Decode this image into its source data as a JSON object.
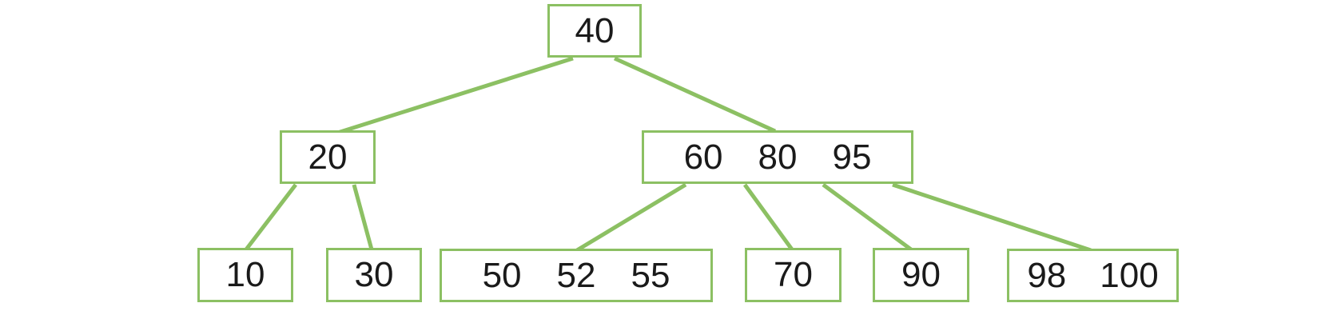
{
  "diagram": {
    "type": "b-tree",
    "background": "#ffffff",
    "colors": {
      "node_border": "#8cc063",
      "edge": "#8cc063",
      "key_text": "#1a1a1a"
    },
    "nodes": [
      {
        "id": "node-40",
        "level": 0,
        "keys": [
          "40"
        ]
      },
      {
        "id": "node-20",
        "level": 1,
        "keys": [
          "20"
        ]
      },
      {
        "id": "node-60-80-95",
        "level": 1,
        "keys": [
          "60",
          "80",
          "95"
        ]
      },
      {
        "id": "node-10",
        "level": 2,
        "keys": [
          "10"
        ]
      },
      {
        "id": "node-30",
        "level": 2,
        "keys": [
          "30"
        ]
      },
      {
        "id": "node-50-52-55",
        "level": 2,
        "keys": [
          "50",
          "52",
          "55"
        ]
      },
      {
        "id": "node-70",
        "level": 2,
        "keys": [
          "70"
        ]
      },
      {
        "id": "node-90",
        "level": 2,
        "keys": [
          "90"
        ]
      },
      {
        "id": "node-98-100",
        "level": 2,
        "keys": [
          "98",
          "100"
        ]
      }
    ],
    "edges": [
      {
        "from": "node-40",
        "to": "node-20"
      },
      {
        "from": "node-40",
        "to": "node-60-80-95"
      },
      {
        "from": "node-20",
        "to": "node-10"
      },
      {
        "from": "node-20",
        "to": "node-30"
      },
      {
        "from": "node-60-80-95",
        "to": "node-50-52-55"
      },
      {
        "from": "node-60-80-95",
        "to": "node-70"
      },
      {
        "from": "node-60-80-95",
        "to": "node-90"
      },
      {
        "from": "node-60-80-95",
        "to": "node-98-100"
      }
    ]
  }
}
